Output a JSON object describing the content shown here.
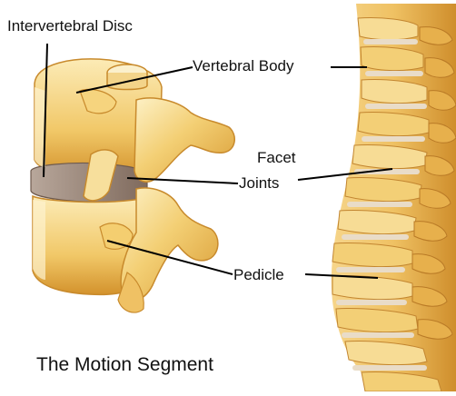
{
  "labels": {
    "intervertebral_disc": "Intervertebral Disc",
    "vertebral_body": "Vertebral Body",
    "facet_line1": "Facet",
    "facet_line2": "Joints",
    "pedicle": "Pedicle"
  },
  "caption": "The Motion Segment",
  "colors": {
    "bone_light": "#fbe9b0",
    "bone_mid": "#f0c766",
    "bone_dark": "#d79a33",
    "disc": "#9a8478",
    "leader_line": "#000000",
    "text": "#111111"
  }
}
